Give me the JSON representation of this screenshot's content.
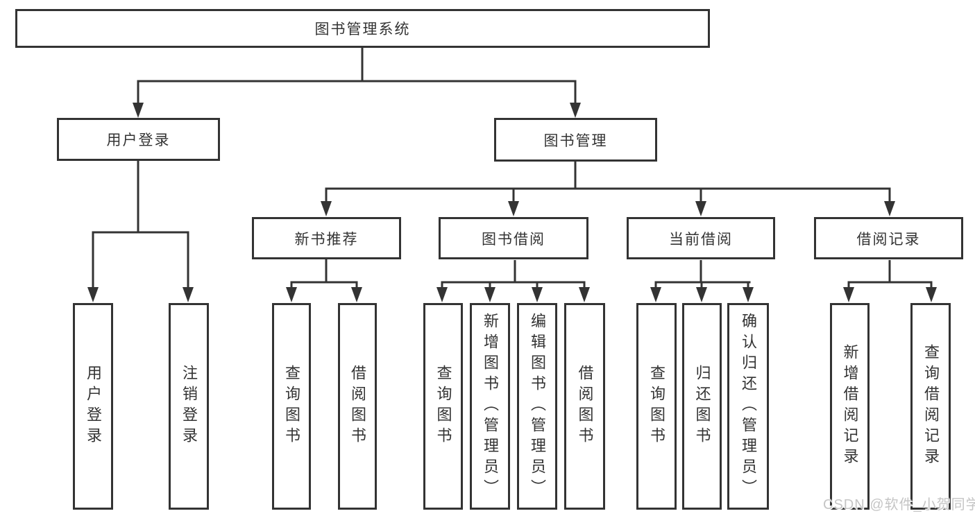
{
  "diagram": {
    "root": {
      "label": "图书管理系统"
    },
    "level2": [
      {
        "id": "user-login",
        "label": "用户登录"
      },
      {
        "id": "book-management",
        "label": "图书管理"
      }
    ],
    "level3": [
      {
        "id": "new-book-recommend",
        "label": "新书推荐"
      },
      {
        "id": "book-borrow",
        "label": "图书借阅"
      },
      {
        "id": "current-borrow",
        "label": "当前借阅"
      },
      {
        "id": "borrow-record",
        "label": "借阅记录"
      }
    ],
    "leaves": [
      {
        "id": "login",
        "label": "用户登录"
      },
      {
        "id": "logout",
        "label": "注销登录"
      },
      {
        "id": "recommend-query-book",
        "label": "查询图书"
      },
      {
        "id": "recommend-borrow-book",
        "label": "借阅图书"
      },
      {
        "id": "borrow-query-book",
        "label": "查询图书"
      },
      {
        "id": "borrow-add-book",
        "label": "新增图书（管理员）"
      },
      {
        "id": "borrow-edit-book",
        "label": "编辑图书（管理员）"
      },
      {
        "id": "borrow-borrow-book",
        "label": "借阅图书"
      },
      {
        "id": "current-query-book",
        "label": "查询图书"
      },
      {
        "id": "current-return-book",
        "label": "归还图书"
      },
      {
        "id": "current-confirm-return",
        "label": "确认归还（管理员）"
      },
      {
        "id": "record-add",
        "label": "新增借阅记录"
      },
      {
        "id": "record-query",
        "label": "查询借阅记录"
      }
    ],
    "watermark": "CSDN @软件_小贺同学",
    "colors": {
      "line": "#333333",
      "text": "#333333",
      "watermark": "#c5c5c5",
      "background": "#ffffff"
    }
  }
}
